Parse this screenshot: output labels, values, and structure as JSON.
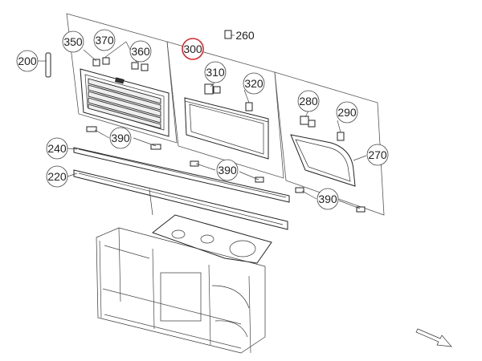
{
  "callouts": [
    {
      "id": "c350",
      "label": "350"
    },
    {
      "id": "c370",
      "label": "370"
    },
    {
      "id": "c360",
      "label": "360"
    },
    {
      "id": "c200",
      "label": "200"
    },
    {
      "id": "c300",
      "label": "300",
      "highlight": true
    },
    {
      "id": "c260",
      "label": "260"
    },
    {
      "id": "c310",
      "label": "310"
    },
    {
      "id": "c320",
      "label": "320"
    },
    {
      "id": "c280",
      "label": "280"
    },
    {
      "id": "c290",
      "label": "290"
    },
    {
      "id": "c270",
      "label": "270"
    },
    {
      "id": "c390a",
      "label": "390"
    },
    {
      "id": "c240",
      "label": "240"
    },
    {
      "id": "c220",
      "label": "220"
    },
    {
      "id": "c390b",
      "label": "390"
    },
    {
      "id": "c390c",
      "label": "390"
    }
  ],
  "colors": {
    "highlight": "#d9262c",
    "line": "#222222"
  },
  "icons": {
    "direction": "arrow-down-right-icon"
  }
}
